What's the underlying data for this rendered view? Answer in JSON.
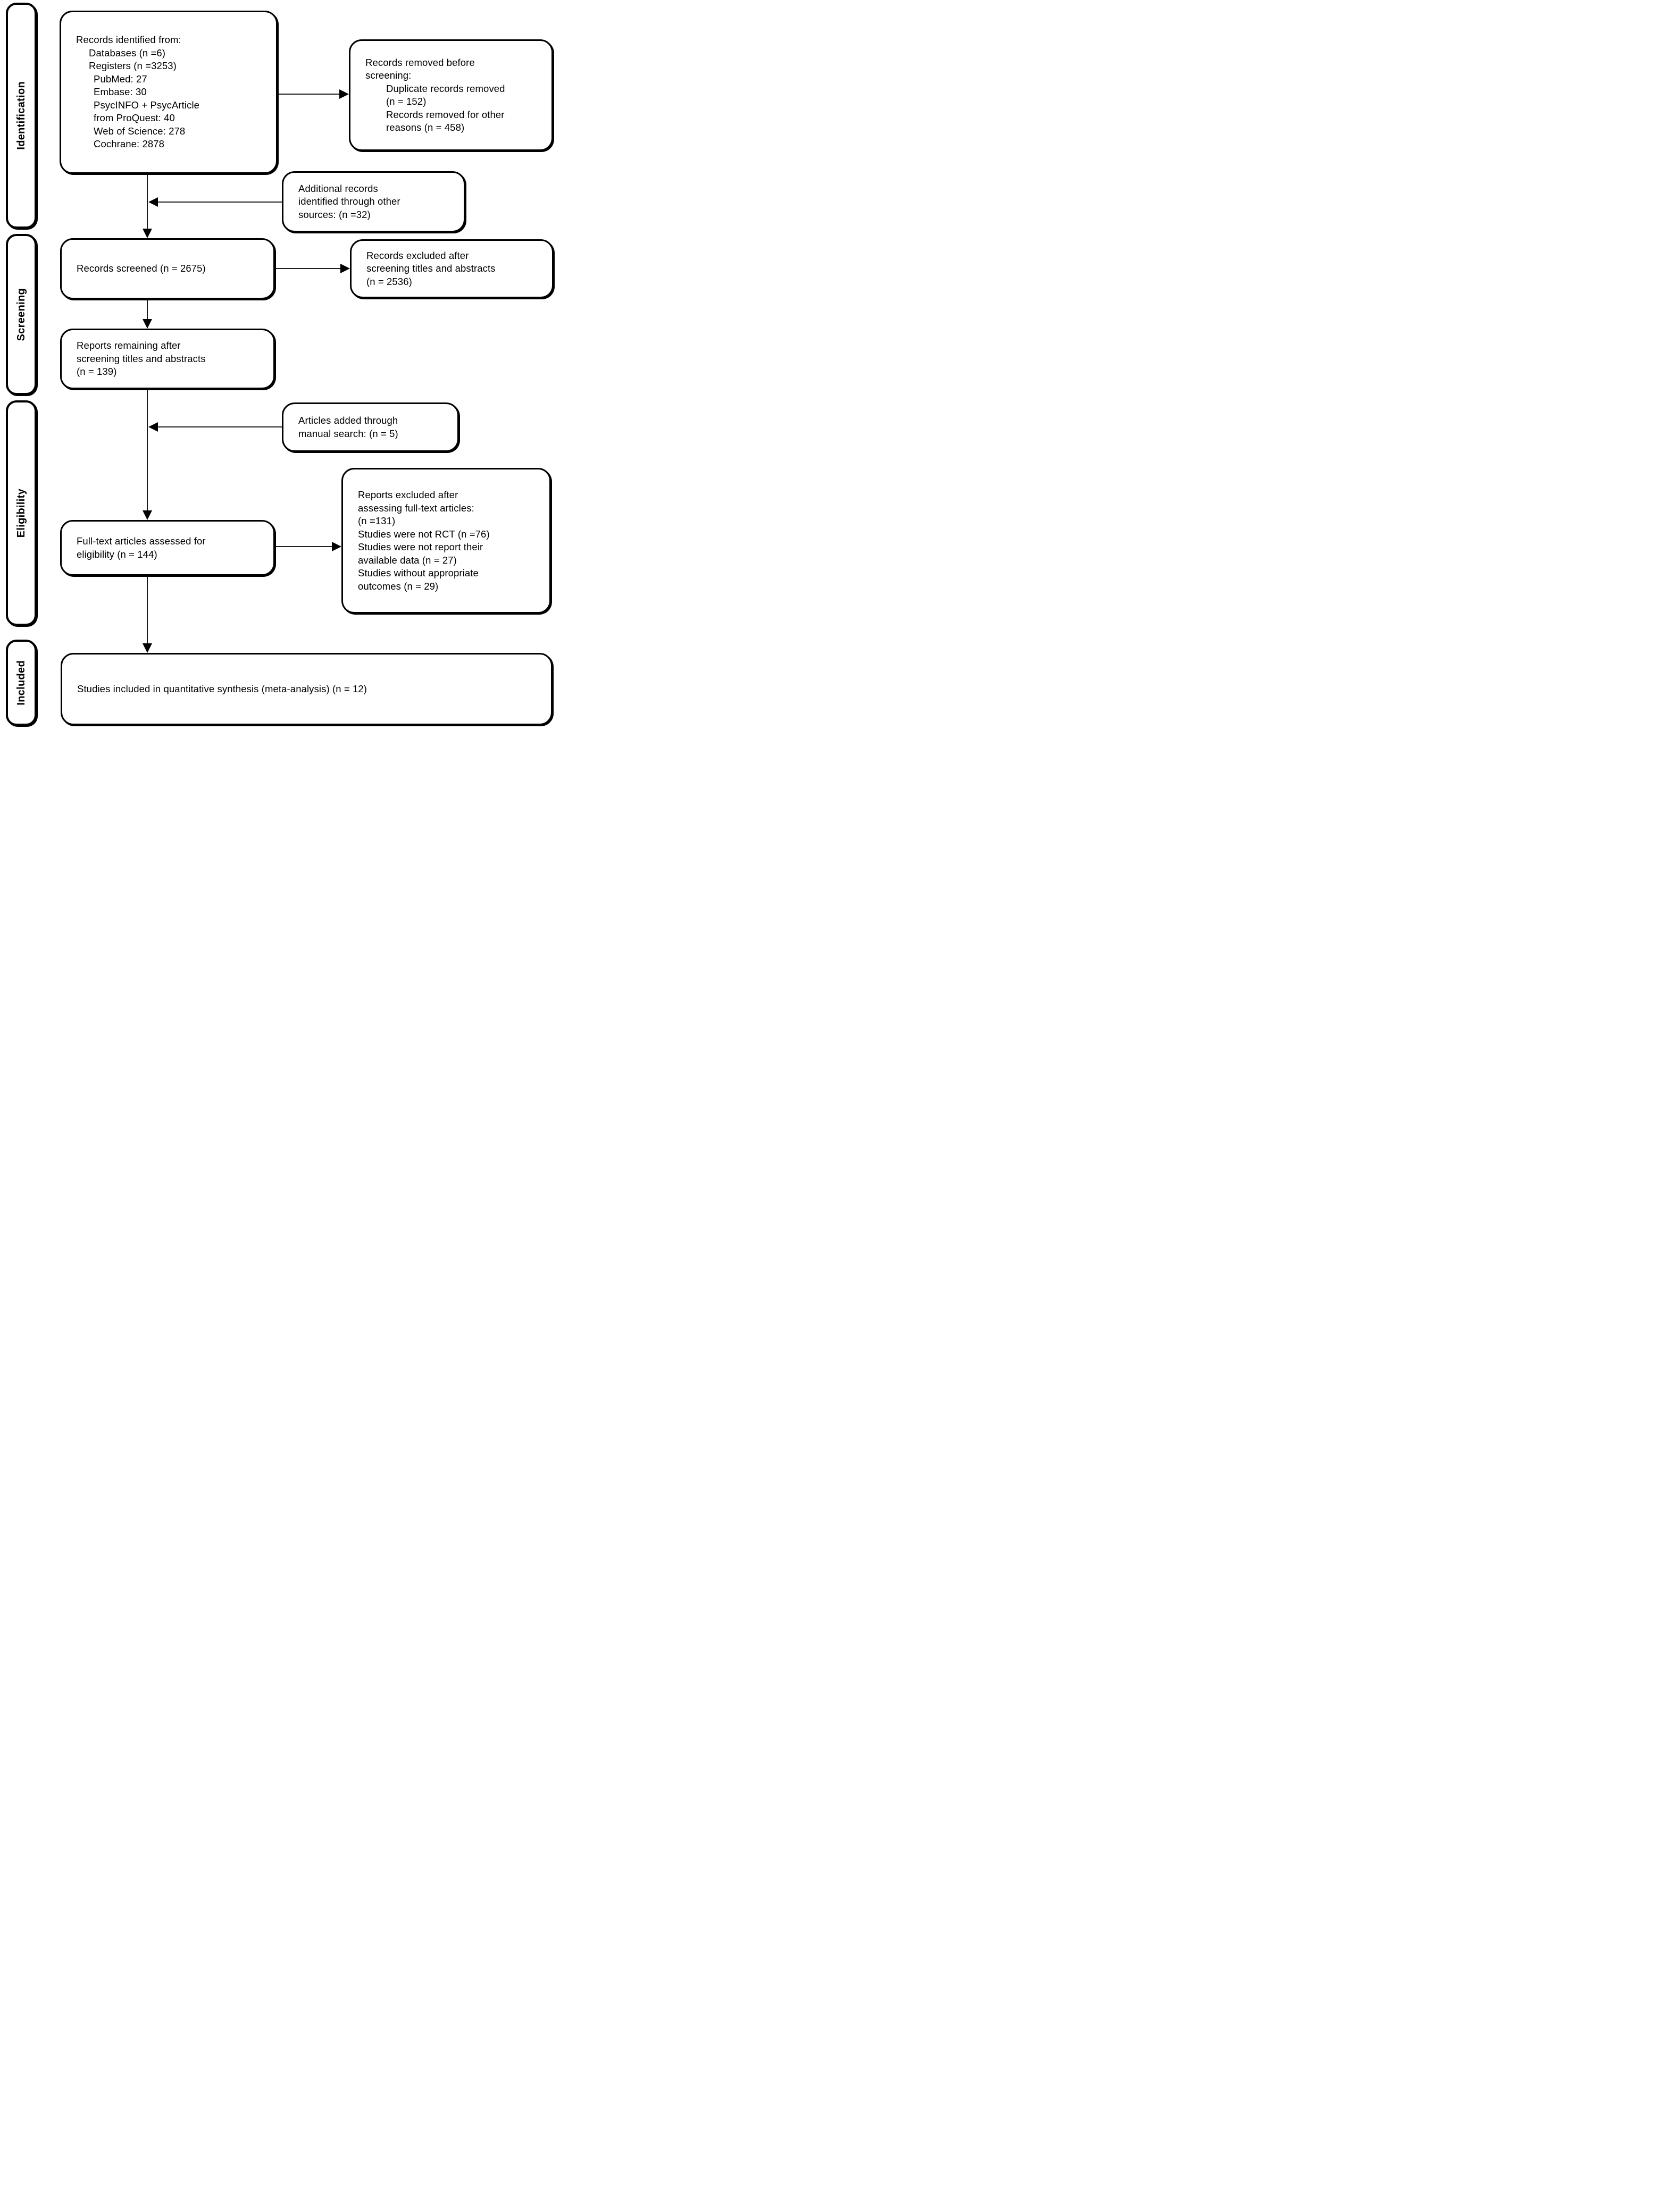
{
  "figure": {
    "type": "PRISMA flow diagram",
    "colors": {
      "line": "#000000",
      "box_background": "#ffffff",
      "text": "#000000"
    }
  },
  "sidebar": {
    "identification": "Identification",
    "screening": "Screening",
    "eligibility": "Eligibility",
    "included": "Included"
  },
  "boxes": {
    "records_identified": {
      "lines": [
        "Records identified from:",
        "Databases (n =6)",
        "Registers (n =3253)",
        "PubMed: 27",
        "Embase: 30",
        "PsycINFO + PsycArticle",
        "from ProQuest: 40",
        "Web of Science: 278",
        "Cochrane: 2878"
      ]
    },
    "records_removed": {
      "lines": [
        "Records removed before",
        "screening:",
        "Duplicate records removed",
        "(n = 152)",
        "Records removed for other",
        "reasons (n = 458)"
      ]
    },
    "additional_records": {
      "lines": [
        "Additional records",
        "identified through other",
        "sources: (n =32)"
      ]
    },
    "records_screened": {
      "lines": [
        "Records screened (n = 2675)"
      ]
    },
    "records_excluded_screening": {
      "lines": [
        "Records excluded after",
        "screening titles and abstracts",
        "(n = 2536)"
      ]
    },
    "reports_remaining": {
      "lines": [
        "Reports remaining after",
        "screening titles and abstracts",
        "(n = 139)"
      ]
    },
    "articles_added": {
      "lines": [
        "Articles added through",
        "manual search: (n = 5)"
      ]
    },
    "fulltext_assessed": {
      "lines": [
        "Full-text articles assessed for",
        "eligibility (n = 144)"
      ]
    },
    "reports_excluded_fulltext": {
      "lines": [
        "Reports excluded after",
        "assessing full-text articles:",
        "(n =131)",
        "Studies were not RCT (n =76)",
        "Studies were not report their",
        "available data (n = 27)",
        "Studies without appropriate",
        "outcomes (n = 29)"
      ]
    },
    "studies_included": {
      "lines": [
        "Studies included in quantitative synthesis (meta-analysis) (n = 12)"
      ]
    }
  }
}
